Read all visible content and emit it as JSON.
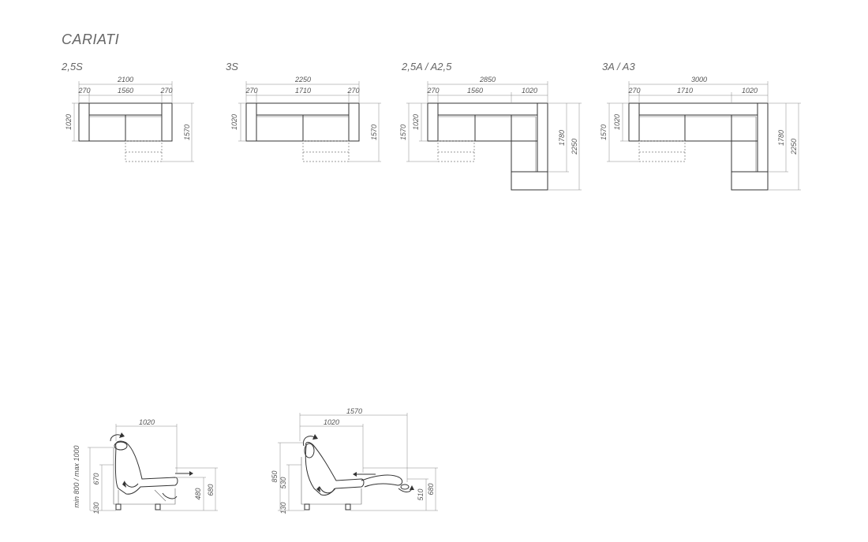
{
  "title": "CARIATI",
  "variants": {
    "v1": {
      "name": "2,5S",
      "dims": {
        "total": "2100",
        "arm_left": "270",
        "seat": "1560",
        "arm_right": "270",
        "depth": "1020",
        "depth_ext": "1570"
      }
    },
    "v2": {
      "name": "3S",
      "dims": {
        "total": "2250",
        "arm_left": "270",
        "seat": "1710",
        "arm_right": "270",
        "depth": "1020",
        "depth_ext": "1570"
      }
    },
    "v3": {
      "name": "2,5A / A2,5",
      "dims": {
        "total": "2850",
        "arm_left": "270",
        "seat": "1560",
        "corner": "1020",
        "depth_ext": "1570",
        "depth": "1020",
        "chaise": "1780",
        "chaise_total": "2250"
      }
    },
    "v4": {
      "name": "3A / A3",
      "dims": {
        "total": "3000",
        "arm_left": "270",
        "seat": "1710",
        "corner": "1020",
        "depth_ext": "1570",
        "depth": "1020",
        "chaise": "1780",
        "chaise_total": "2250"
      }
    }
  },
  "side_views": {
    "s1": {
      "depth": "1020",
      "height_range": "min 800 / max 1000",
      "back": "670",
      "seat": "480",
      "arm": "680",
      "leg": "130"
    },
    "s2": {
      "extended": "1570",
      "depth": "1020",
      "height": "850",
      "back": "530",
      "seat": "510",
      "arm": "680",
      "leg": "130"
    }
  }
}
